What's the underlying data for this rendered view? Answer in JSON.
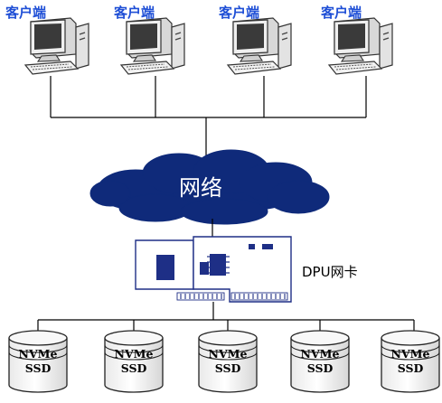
{
  "clients": [
    {
      "label": "客户端"
    },
    {
      "label": "客户端"
    },
    {
      "label": "客户端"
    },
    {
      "label": "客户端"
    }
  ],
  "network": {
    "label": "网络",
    "color": "#0f2a7a"
  },
  "dpu": {
    "label": "DPU网卡",
    "color": "#1e2f86"
  },
  "ssds": [
    {
      "line1": "NVMe",
      "line2": "SSD"
    },
    {
      "line1": "NVMe",
      "line2": "SSD"
    },
    {
      "line1": "NVMe",
      "line2": "SSD"
    },
    {
      "line1": "NVMe",
      "line2": "SSD"
    },
    {
      "line1": "NVMe",
      "line2": "SSD"
    }
  ]
}
